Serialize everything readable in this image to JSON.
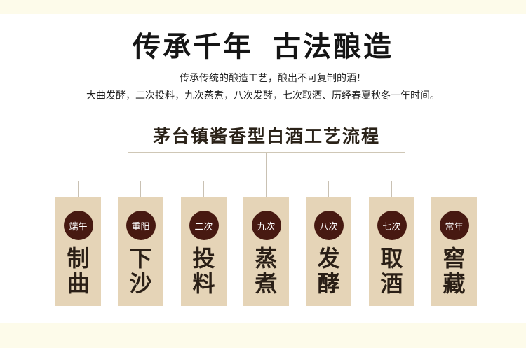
{
  "header": {
    "title_part1": "传承千年",
    "title_part2": "古法酿造",
    "subtitle_line1": "传承传统的酿造工艺，酿出不可复制的酒！",
    "subtitle_line2": "大曲发酵，二次投料，九次蒸煮，八次发酵，七次取酒、历经春夏秋冬一年时间。"
  },
  "process": {
    "title": "茅台镇酱香型白酒工艺流程"
  },
  "steps": [
    {
      "badge": "端午",
      "text": "制曲"
    },
    {
      "badge": "重阳",
      "text": "下沙"
    },
    {
      "badge": "二次",
      "text": "投料"
    },
    {
      "badge": "九次",
      "text": "蒸煮"
    },
    {
      "badge": "八次",
      "text": "发酵"
    },
    {
      "badge": "七次",
      "text": "取酒"
    },
    {
      "badge": "常年",
      "text": "窖藏"
    }
  ],
  "colors": {
    "card": "#e5d4b7",
    "badge": "#471911",
    "band": "#fdfbea",
    "connector": "#c9c1b3"
  }
}
